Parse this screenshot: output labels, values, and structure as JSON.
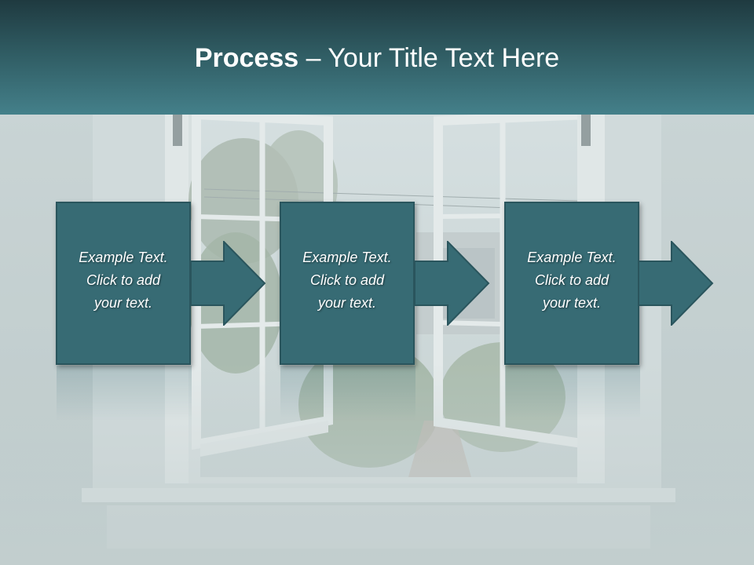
{
  "slide": {
    "title_bold": "Process",
    "title_rest": " – Your Title Text Here"
  },
  "steps": [
    {
      "text": "Example Text.\nClick  to add\nyour text."
    },
    {
      "text": "Example Text.\nClick  to add\nyour text."
    },
    {
      "text": "Example Text.\nClick  to add\nyour text."
    }
  ],
  "colors": {
    "title_band_dark": "#1f3a40",
    "title_band_light": "#44808a",
    "box_fill": "#376b74",
    "box_border": "#2a555d",
    "background": "#c9d3d4"
  }
}
